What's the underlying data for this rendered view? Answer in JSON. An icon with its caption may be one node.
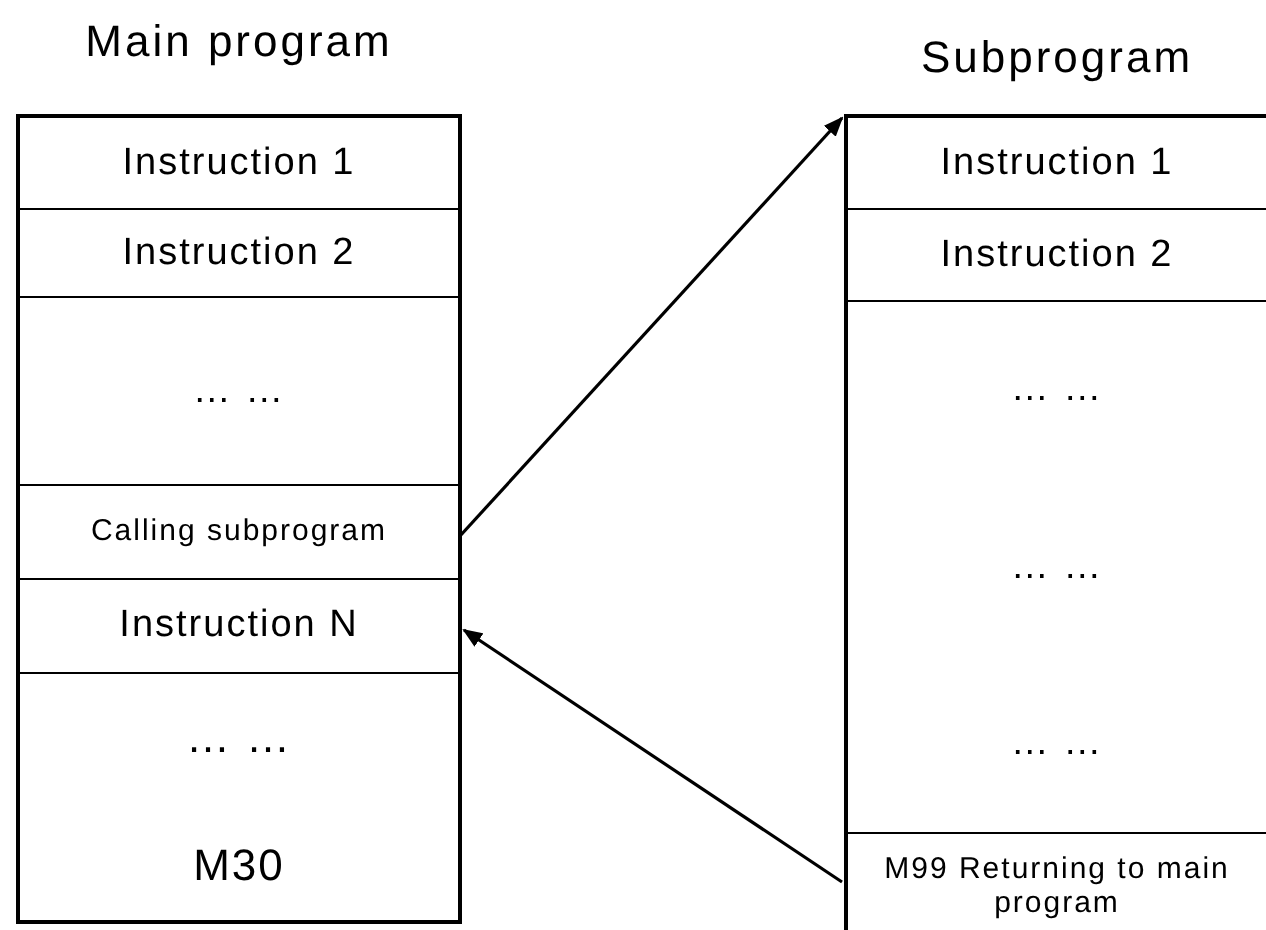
{
  "diagram": {
    "nodes": [
      {
        "text": [
          "Main program"
        ]
      },
      {
        "text": [
          "Instruction 1"
        ],
        "in": 0
      },
      {
        "text": [
          "Instruction 2"
        ],
        "in": 0
      },
      {
        "text": [
          "… …"
        ],
        "in": 0
      },
      {
        "text": [
          "Calling subprogram"
        ],
        "in": 0
      },
      {
        "text": [
          "Instruction N"
        ],
        "in": 0
      },
      {
        "text": [
          "… …",
          "M30"
        ],
        "in": 0
      },
      {
        "text": [
          "Subprogram"
        ]
      },
      {
        "text": [
          "Instruction 1"
        ],
        "in": 7
      },
      {
        "text": [
          "Instruction 2"
        ],
        "in": 7
      },
      {
        "text": [
          "… …",
          "… …",
          "… …"
        ],
        "in": 7
      },
      {
        "text": [
          "M99 Returning to main program"
        ],
        "in": 7
      }
    ],
    "edges": [
      {
        "from": 4,
        "to": 8,
        "arrow": "to"
      },
      {
        "from": 11,
        "to": 5,
        "arrow": "to"
      }
    ]
  }
}
